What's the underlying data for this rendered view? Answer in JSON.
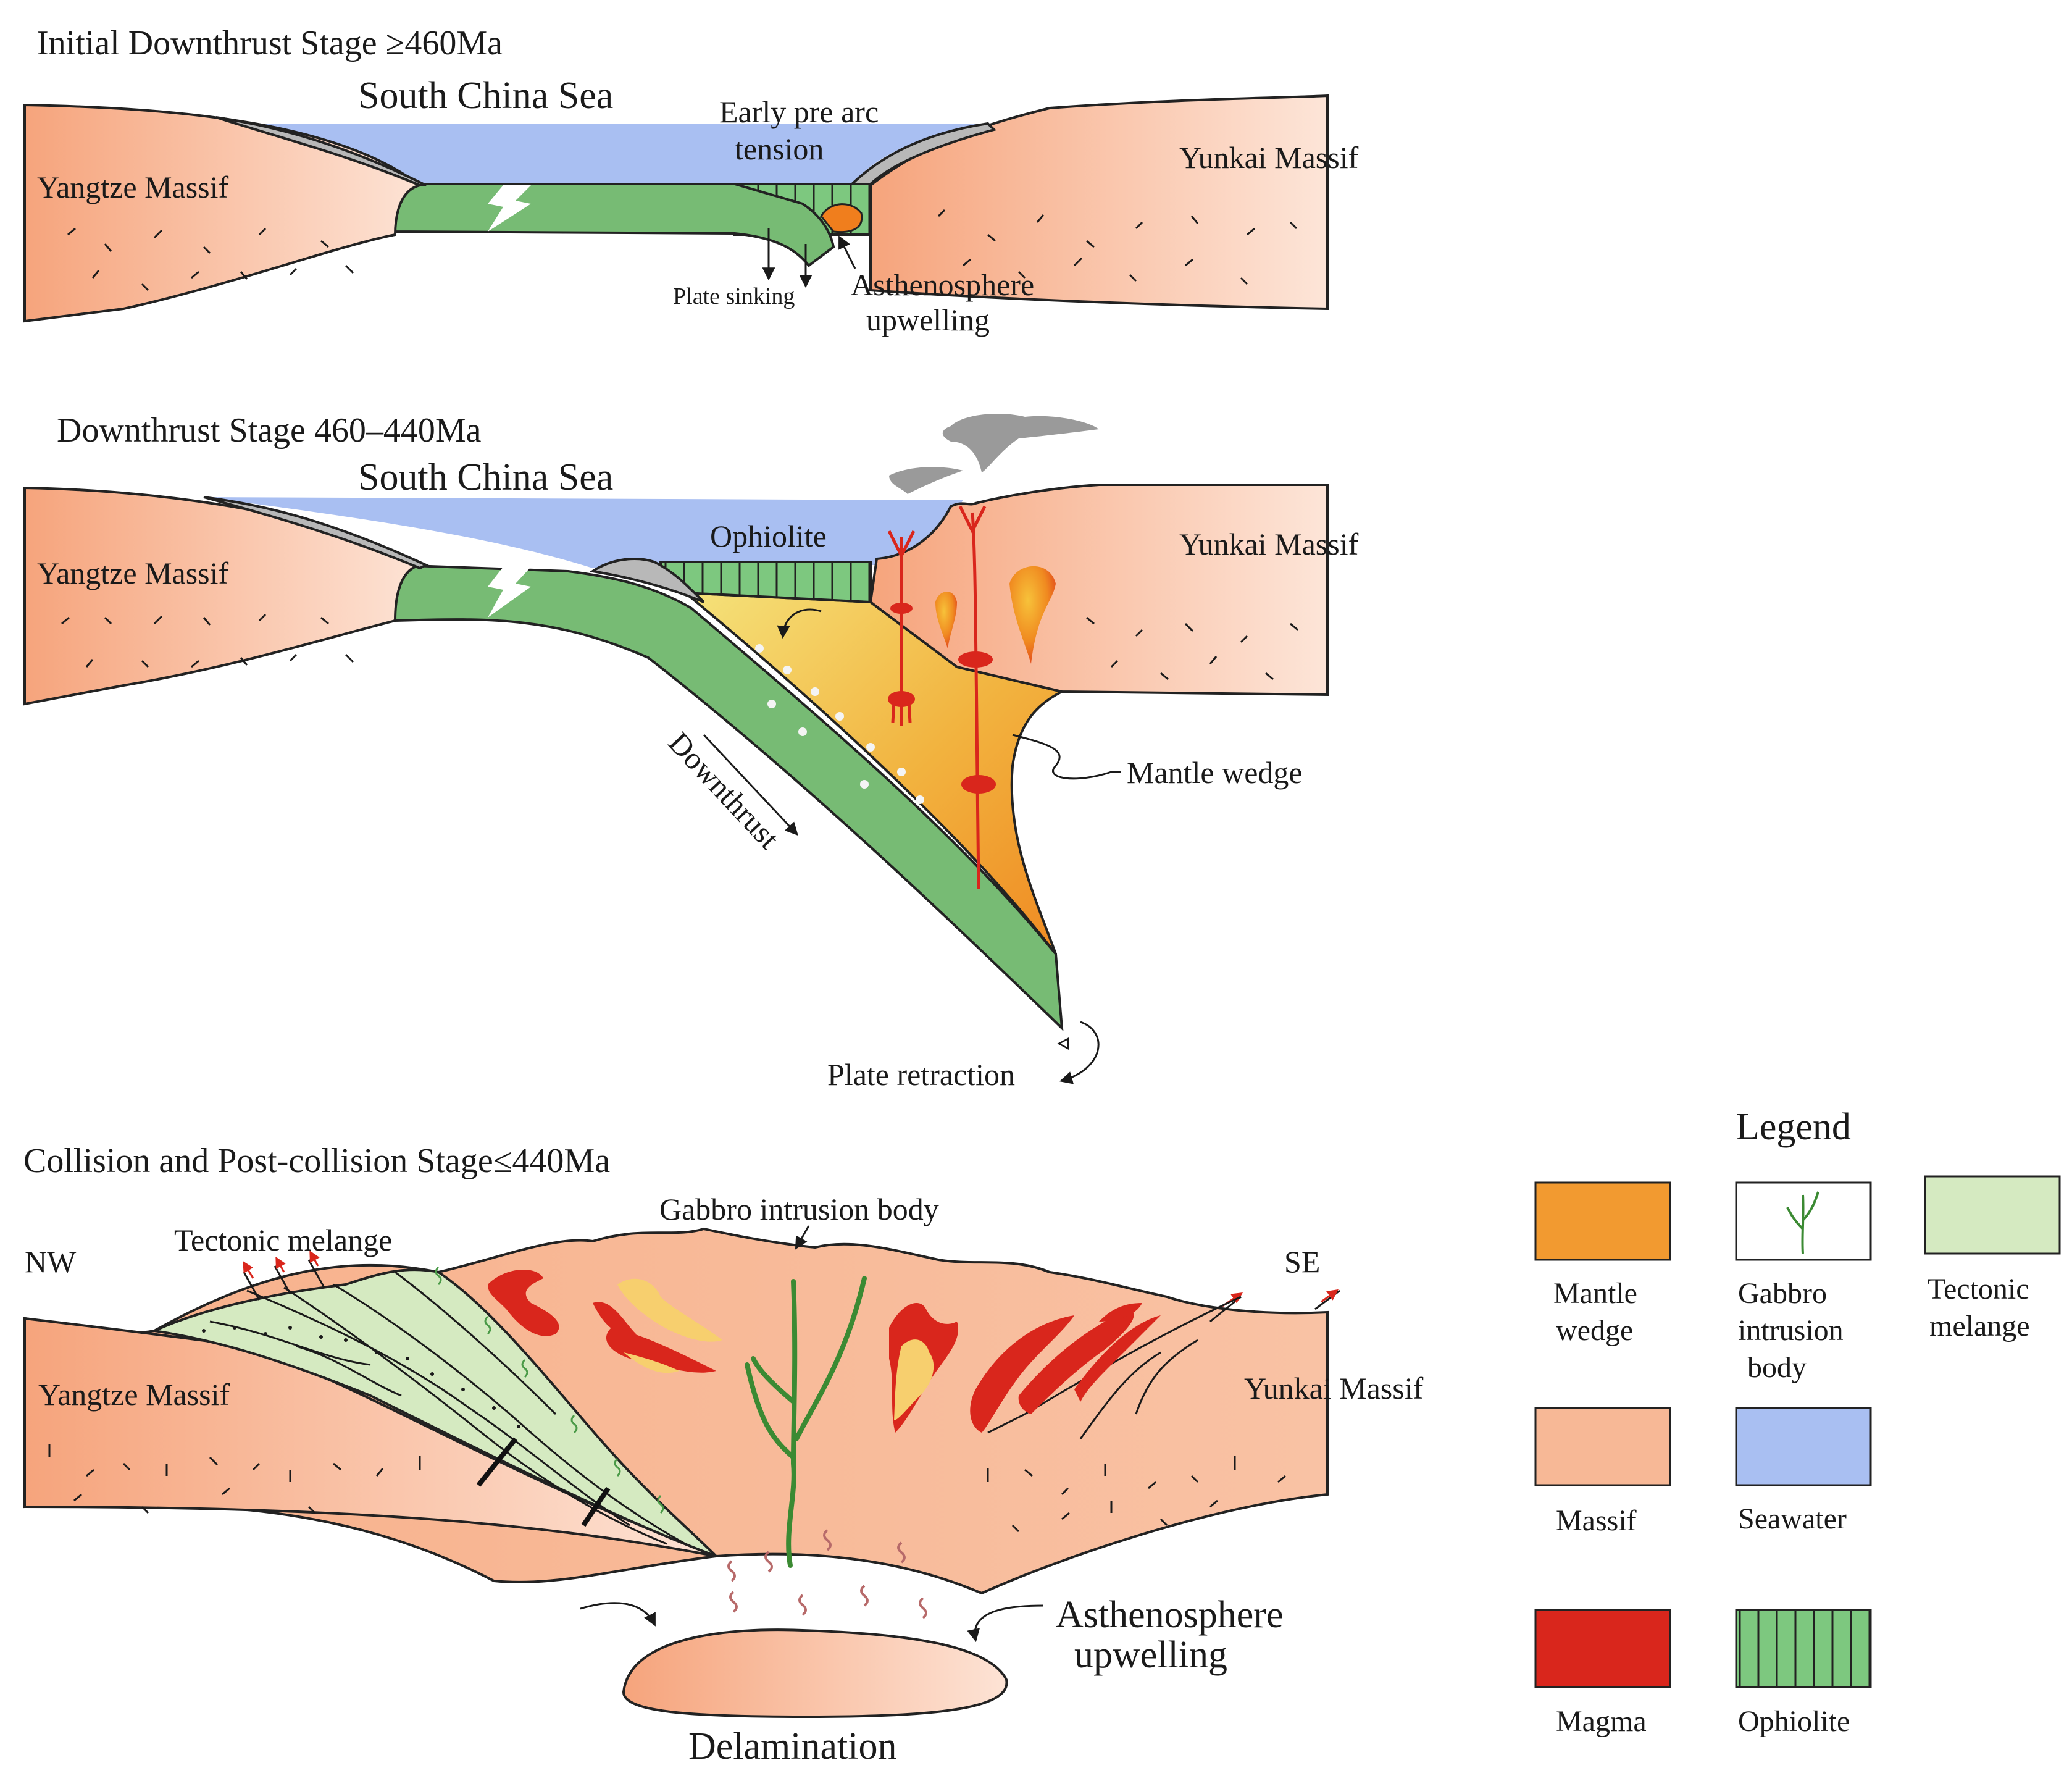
{
  "stage1": {
    "title": "Initial Downthrust  Stage  ≥460Ma",
    "sea": "South China Sea",
    "left_massif": "Yangtze Massif",
    "right_massif": "Yunkai Massif",
    "tension_line1": "Early pre arc",
    "tension_line2": "tension",
    "plate_sinking": "Plate sinking",
    "asth_line1": "Asthenosphere",
    "asth_line2": "upwelling"
  },
  "stage2": {
    "title": "Downthrust  Stage  460–440Ma",
    "sea": "South China Sea",
    "left_massif": "Yangtze Massif",
    "right_massif": "Yunkai Massif",
    "ophiolite": "Ophiolite",
    "mantle_wedge": "Mantle wedge",
    "downthrust": "Downthrust",
    "plate_retraction": "Plate retraction"
  },
  "stage3": {
    "title": "Collision and Post-collision Stage≤440Ma",
    "nw": "NW",
    "se": "SE",
    "tectonic_melange": "Tectonic melange",
    "gabbro": "Gabbro intrusion body",
    "left_massif": "Yangtze Massif",
    "right_massif": "Yunkai Massif",
    "asth_line1": "Asthenosphere",
    "asth_line2": "upwelling",
    "delamination": "Delamination"
  },
  "legend": {
    "title": "Legend",
    "items": [
      {
        "key": "mantle-wedge",
        "lines": [
          "Mantle",
          "wedge"
        ],
        "color": "#f29a30"
      },
      {
        "key": "gabbro",
        "lines": [
          "Gabbro",
          "intrusion",
          "body"
        ],
        "color": "#ffffff"
      },
      {
        "key": "tectonic-melange",
        "lines": [
          "Tectonic",
          "melange"
        ],
        "color": "#d5eac1"
      },
      {
        "key": "massif",
        "lines": [
          "Massif"
        ],
        "color": "#f7b896"
      },
      {
        "key": "seawater",
        "lines": [
          "Seawater"
        ],
        "color": "#a9bff2"
      },
      {
        "key": "magma",
        "lines": [
          "Magma"
        ],
        "color": "#d9261c"
      },
      {
        "key": "ophiolite",
        "lines": [
          "Ophiolite"
        ],
        "color": "#7dc87f"
      }
    ]
  },
  "colors": {
    "massif": "#f7b896",
    "massif_light": "#fde2d4",
    "seawater": "#a9bff2",
    "plate": "#77bb74",
    "ophiolite": "#7dc87f",
    "magma": "#d9261c",
    "mantle": "#f29a30",
    "melange": "#d5eac1"
  }
}
